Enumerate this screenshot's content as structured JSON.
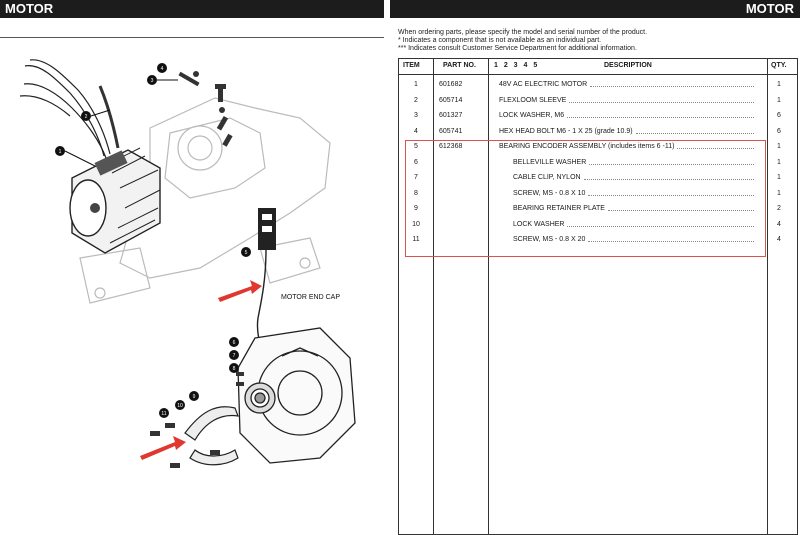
{
  "left_header": {
    "title": "MOTOR"
  },
  "right_header": {
    "title": "MOTOR"
  },
  "notes": [
    "When ordering parts, please specify the model and serial number of the product.",
    "* Indicates a component that is not available as an individual part.",
    "*** Indicates consult Customer Service Department for additional information."
  ],
  "diagram": {
    "label_motor_end_cap": "MOTOR END CAP",
    "callouts": [
      "1",
      "2",
      "3",
      "4",
      "5",
      "6",
      "7",
      "8",
      "9",
      "10",
      "11"
    ]
  },
  "table": {
    "headers": {
      "item": "ITEM",
      "part": "PART NO.",
      "levels": "1 2 3 4 5",
      "desc": "DESCRIPTION",
      "qty": "QTY."
    },
    "rows": [
      {
        "item": "1",
        "part": "601682",
        "desc": "48V AC ELECTRIC MOTOR",
        "qty": "1",
        "indent": false
      },
      {
        "item": "2",
        "part": "605714",
        "desc": "FLEXLOOM SLEEVE",
        "qty": "1",
        "indent": false
      },
      {
        "item": "3",
        "part": "601327",
        "desc": "LOCK WASHER, M6",
        "qty": "6",
        "indent": false
      },
      {
        "item": "4",
        "part": "605741",
        "desc": "HEX HEAD BOLT M6 - 1 X 25 (grade 10.9)",
        "qty": "6",
        "indent": false
      },
      {
        "item": "5",
        "part": "612368",
        "desc": "BEARING ENCODER ASSEMBLY (includes items 6 -11)",
        "qty": "1",
        "indent": false
      },
      {
        "item": "6",
        "part": "",
        "desc": "BELLEVILLE WASHER",
        "qty": "1",
        "indent": true
      },
      {
        "item": "7",
        "part": "",
        "desc": "CABLE CLIP, NYLON",
        "qty": "1",
        "indent": true
      },
      {
        "item": "8",
        "part": "",
        "desc": "SCREW, MS - 0.8 X 10",
        "qty": "1",
        "indent": true
      },
      {
        "item": "9",
        "part": "",
        "desc": "BEARING RETAINER PLATE",
        "qty": "2",
        "indent": true
      },
      {
        "item": "10",
        "part": "",
        "desc": "LOCK WASHER",
        "qty": "4",
        "indent": true
      },
      {
        "item": "11",
        "part": "",
        "desc": "SCREW, MS - 0.8 X 20",
        "qty": "4",
        "indent": true
      }
    ]
  },
  "colors": {
    "header_bg": "#1c1c1c",
    "highlight": "#d9534f",
    "arrow": "#e0382f"
  }
}
